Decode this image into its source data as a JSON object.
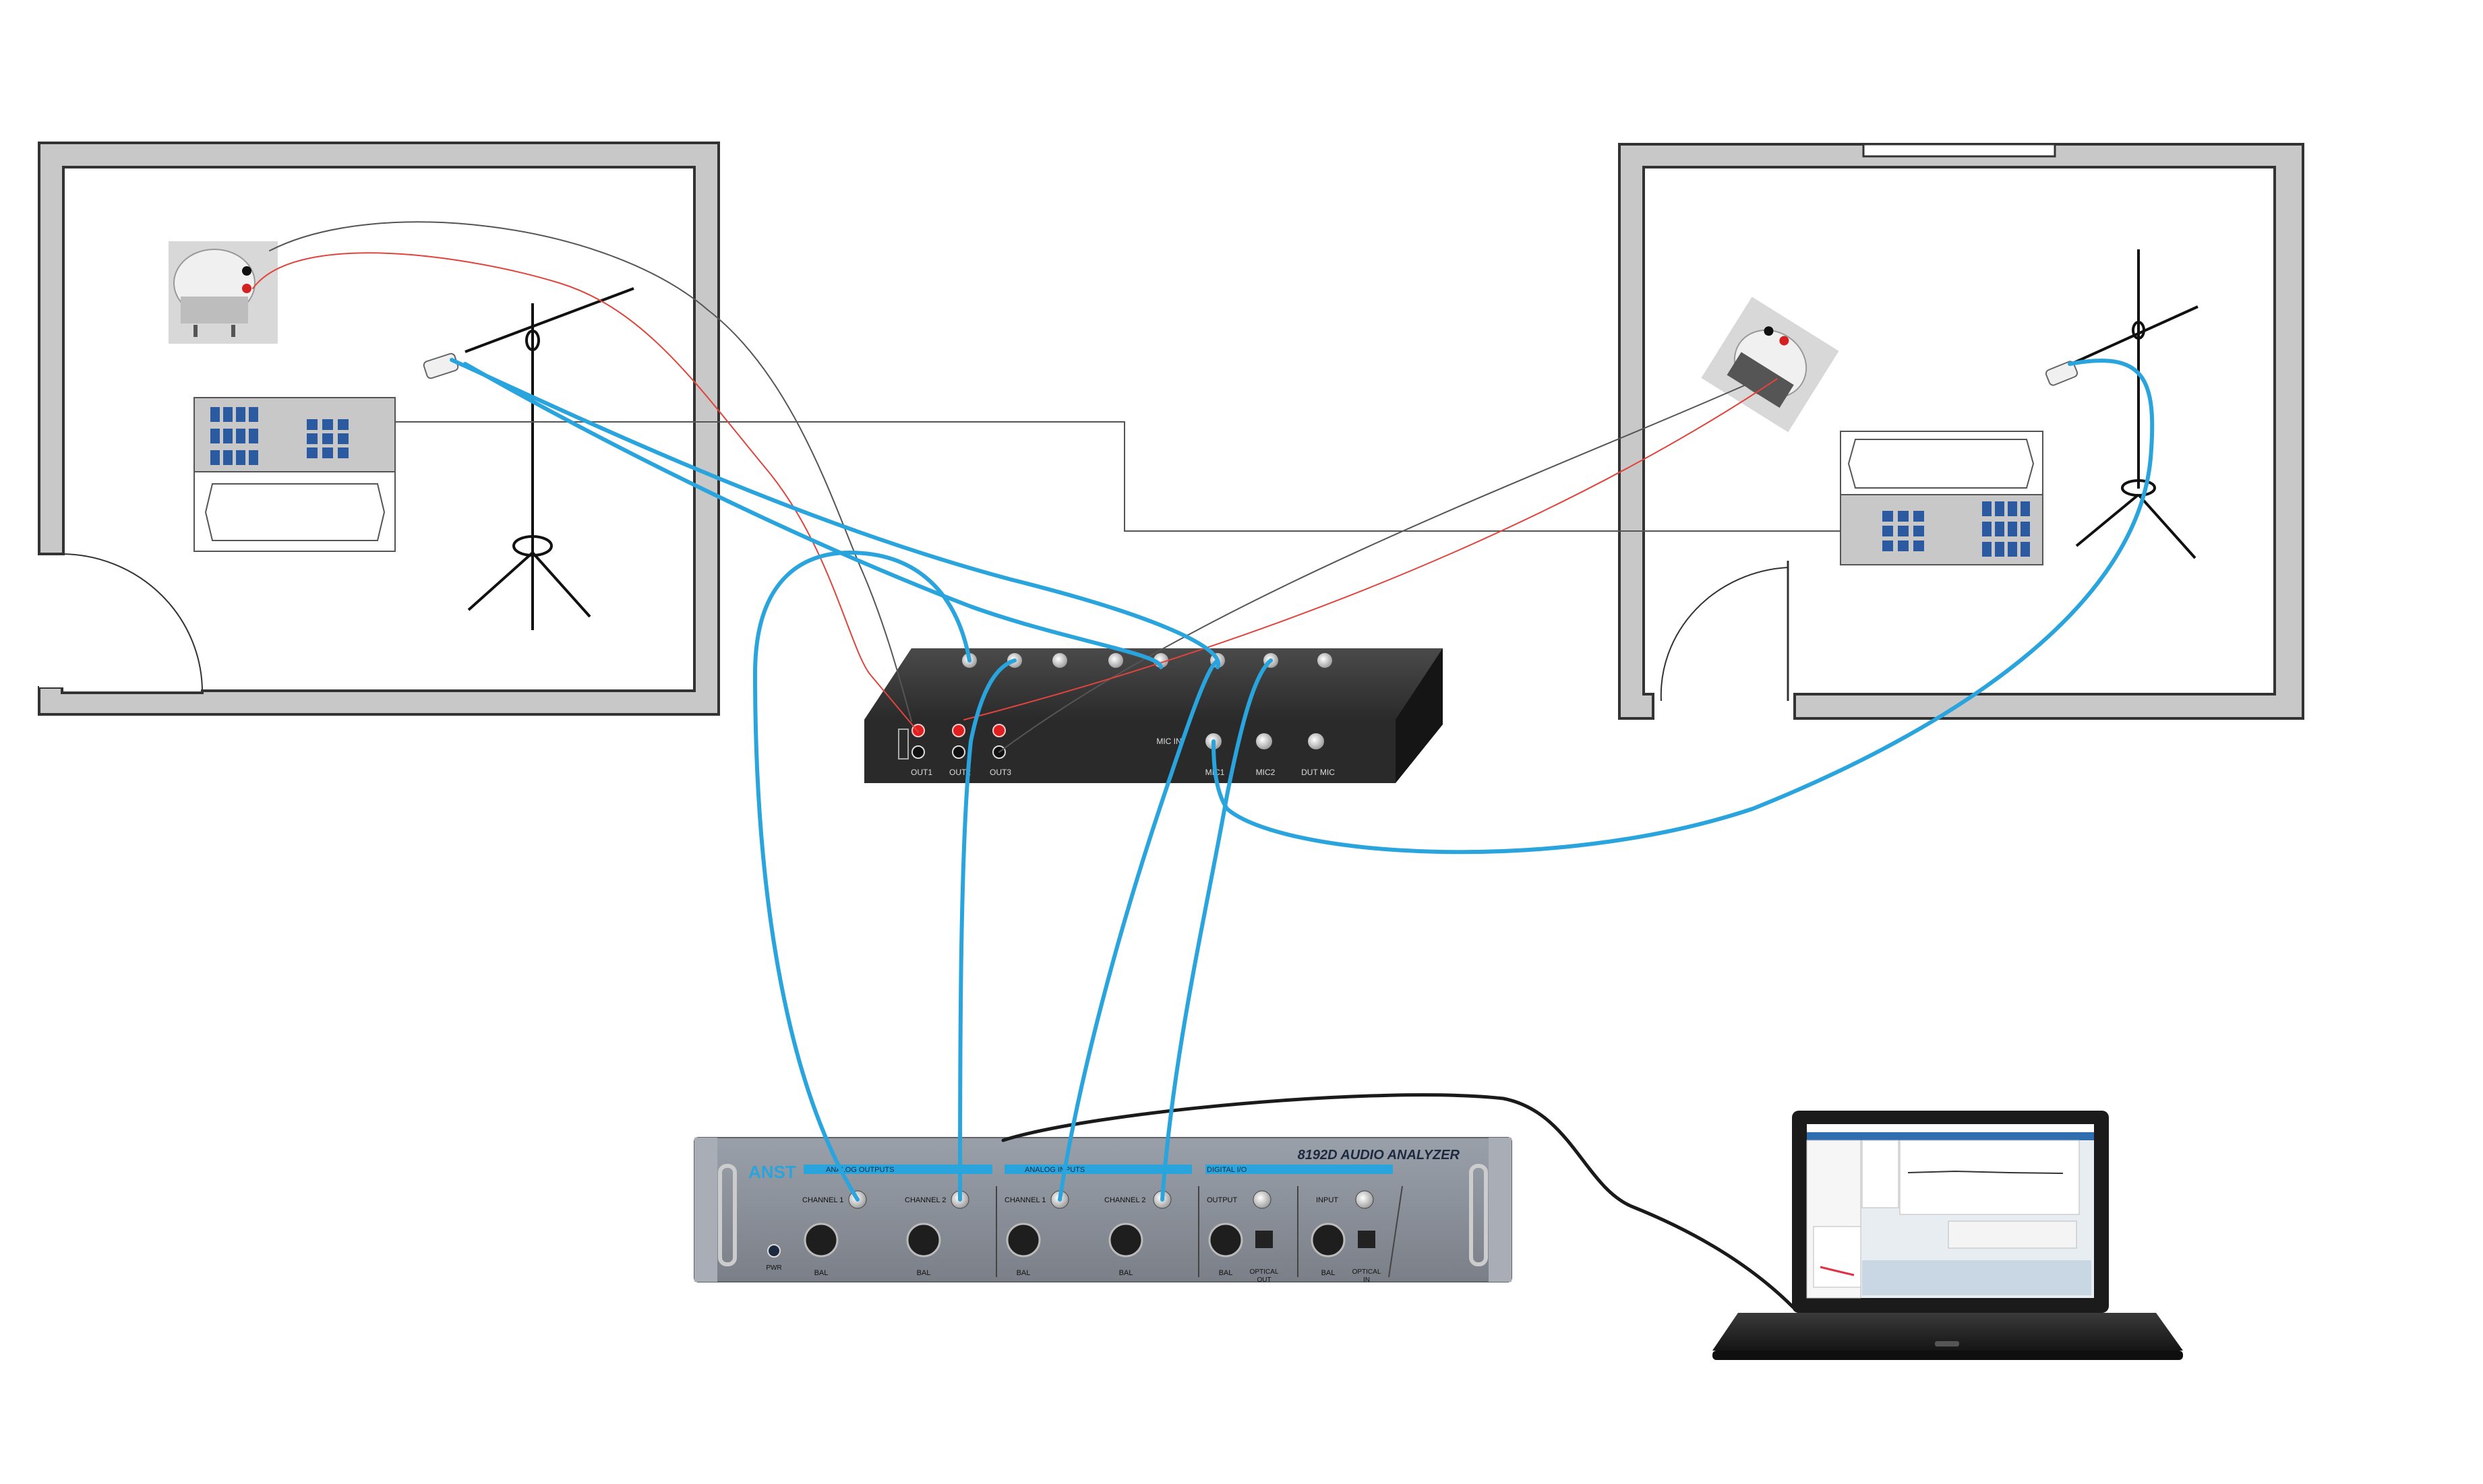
{
  "switch_box": {
    "out_labels": [
      "OUT1",
      "OUT2",
      "OUT3"
    ],
    "mic_in_label": "MIC IN",
    "mic_labels": [
      "MIC1",
      "MIC2",
      "DUT MIC"
    ]
  },
  "analyzer": {
    "brand": "ANST",
    "model": "8192D AUDIO ANALYZER",
    "sections": {
      "analog_outputs": "ANALOG OUTPUTS",
      "analog_inputs": "ANALOG INPUTS",
      "digital_io": "DIGITAL I/O"
    },
    "channel_labels": [
      "CHANNEL 1",
      "CHANNEL 2",
      "CHANNEL 1",
      "CHANNEL 2"
    ],
    "output_label": "OUTPUT",
    "input_label": "INPUT",
    "bal_label": "BAL",
    "optical_out": [
      "OPTICAL",
      "OUT"
    ],
    "optical_in": [
      "OPTICAL",
      "IN"
    ],
    "pwr_label": "PWR"
  },
  "colors": {
    "wall": "#c8c8c8",
    "cable_blue": "#2aa4dc",
    "cable_red": "#e0443c",
    "cable_black": "#555555",
    "box": "#2b2b2b",
    "analyzer_body": "#8a8f99",
    "analyzer_stripe": "#2aa4dc"
  }
}
